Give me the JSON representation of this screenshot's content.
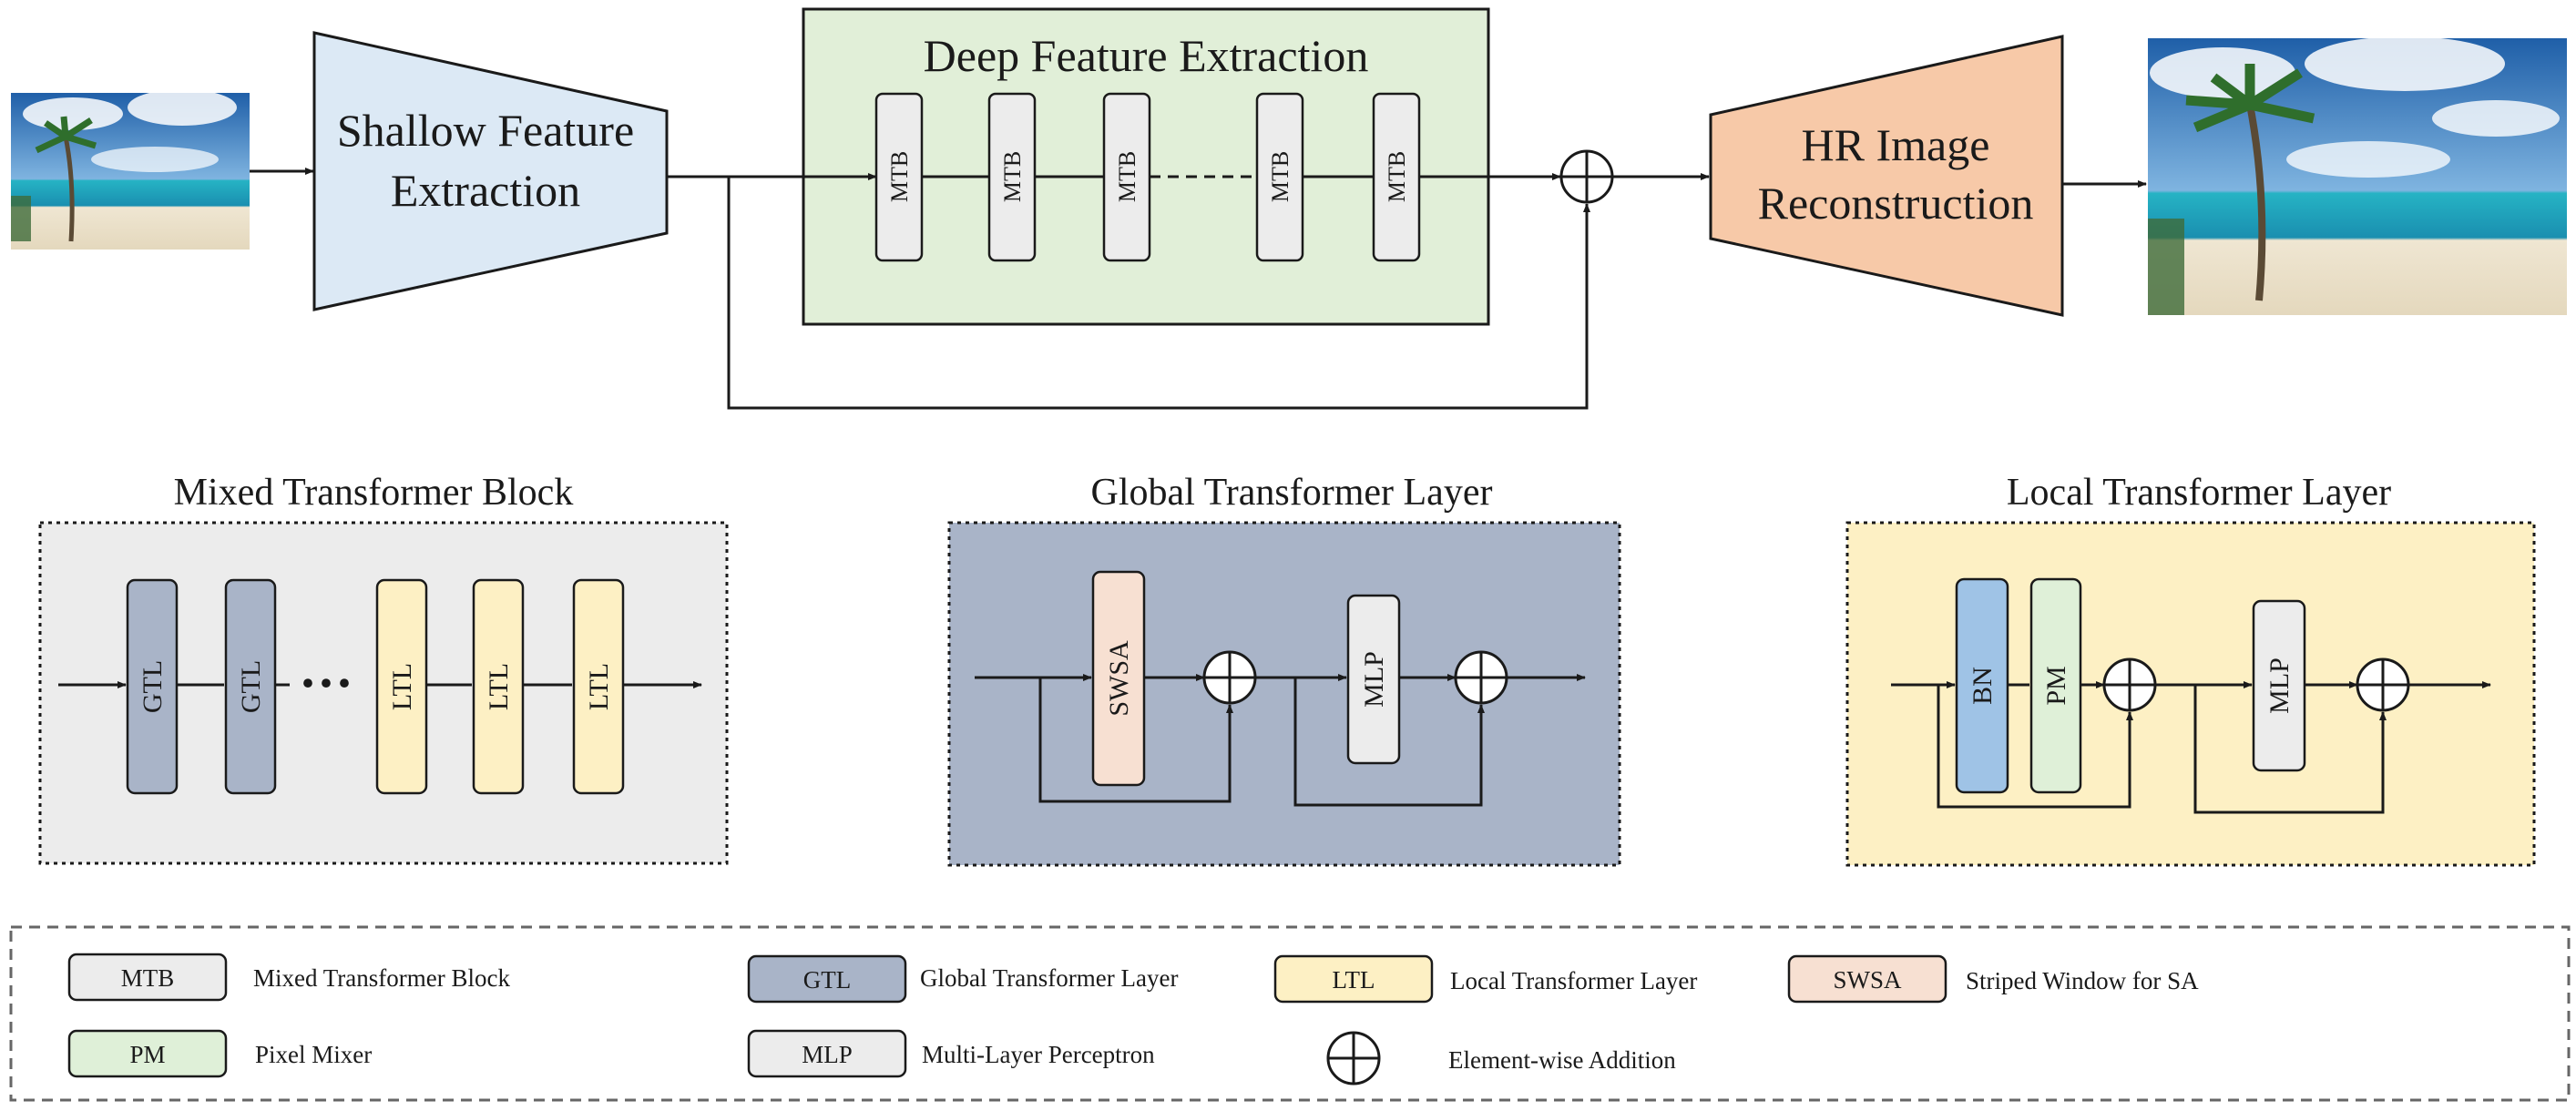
{
  "top": {
    "shallow": [
      "Shallow Feature",
      "Extraction"
    ],
    "deep_title": "Deep Feature Extraction",
    "mtb_label": "MTB",
    "hr": [
      "HR Image",
      "Reconstruction"
    ]
  },
  "panels": {
    "mtb": {
      "title": "Mixed Transformer Block",
      "gtl": "GTL",
      "ltl": "LTL",
      "ellipsis": "···"
    },
    "gtl": {
      "title": "Global Transformer Layer",
      "swsa": "SWSA",
      "mlp": "MLP"
    },
    "ltl": {
      "title": "Local Transformer Layer",
      "bn": "BN",
      "pm": "PM",
      "mlp": "MLP"
    }
  },
  "legend": {
    "mtb": {
      "key": "MTB",
      "desc": "Mixed Transformer Block"
    },
    "gtl": {
      "key": "GTL",
      "desc": "Global Transformer Layer"
    },
    "ltl": {
      "key": "LTL",
      "desc": "Local Transformer Layer"
    },
    "swsa": {
      "key": "SWSA",
      "desc": "Striped Window for SA"
    },
    "pm": {
      "key": "PM",
      "desc": "Pixel Mixer"
    },
    "mlp": {
      "key": "MLP",
      "desc": "Multi-Layer Perceptron"
    },
    "add": {
      "desc": "Element-wise Addition"
    }
  },
  "colors": {
    "shallow": "#dce9f5",
    "deep": "#e1efd8",
    "hr": "#f7c9a8",
    "block_gray": "#ececec",
    "gtl": "#a9b4c8",
    "ltl": "#fdf0c4",
    "swsa": "#f7e0d2",
    "bn": "#9fc3e6",
    "pm": "#dff0d8"
  }
}
